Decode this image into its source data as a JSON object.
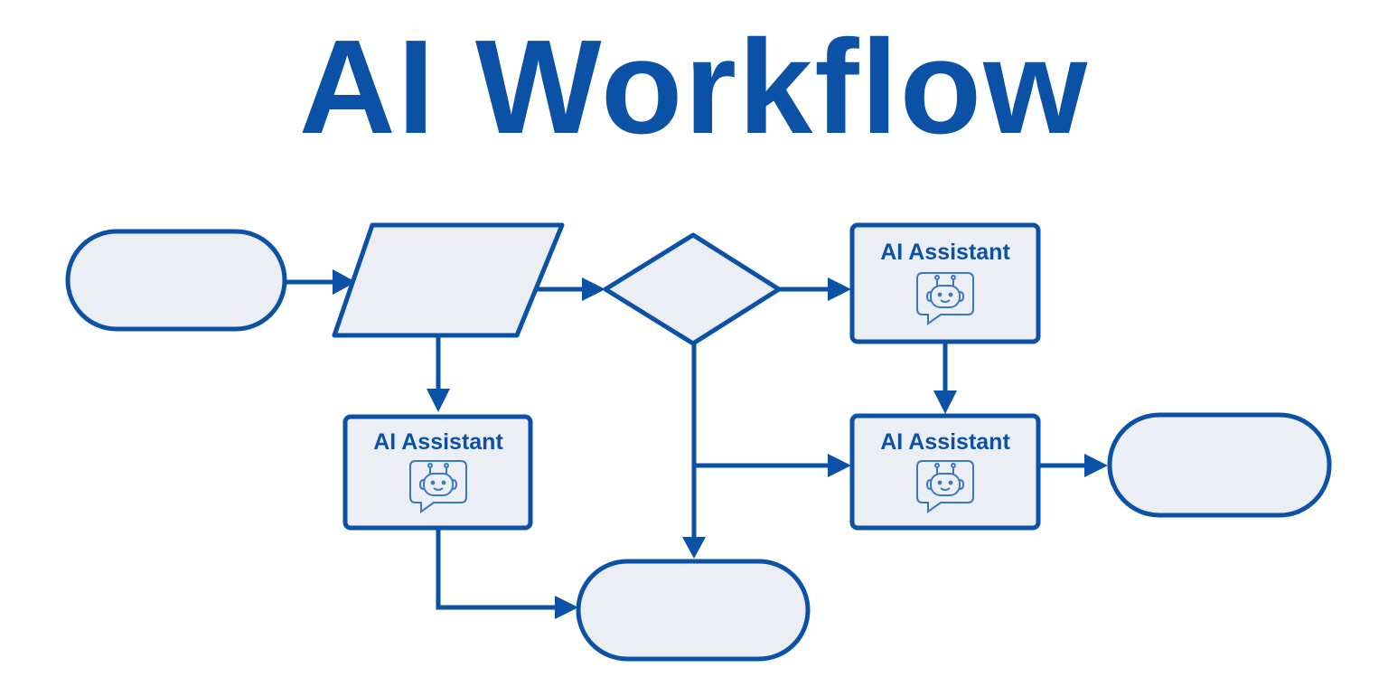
{
  "title": "AI Workflow",
  "colors": {
    "primary": "#0b52a7",
    "node_fill": "#ebeff5",
    "icon": "#3a78c2",
    "background": "#ffffff"
  },
  "nodes": [
    {
      "id": "start",
      "type": "terminator",
      "label": ""
    },
    {
      "id": "input",
      "type": "data-parallelogram",
      "label": ""
    },
    {
      "id": "decision",
      "type": "decision-diamond",
      "label": ""
    },
    {
      "id": "ai-top-right",
      "type": "process",
      "label": "AI Assistant",
      "icon": "robot-chat-icon"
    },
    {
      "id": "ai-left",
      "type": "process",
      "label": "AI Assistant",
      "icon": "robot-chat-icon"
    },
    {
      "id": "ai-bottom-right",
      "type": "process",
      "label": "AI Assistant",
      "icon": "robot-chat-icon"
    },
    {
      "id": "end-right",
      "type": "terminator",
      "label": ""
    },
    {
      "id": "end-bottom",
      "type": "terminator",
      "label": ""
    }
  ],
  "edges": [
    {
      "from": "start",
      "to": "input"
    },
    {
      "from": "input",
      "to": "decision"
    },
    {
      "from": "input",
      "to": "ai-left"
    },
    {
      "from": "decision",
      "to": "ai-top-right"
    },
    {
      "from": "decision",
      "to": "ai-bottom-right"
    },
    {
      "from": "decision",
      "to": "end-bottom"
    },
    {
      "from": "ai-top-right",
      "to": "ai-bottom-right"
    },
    {
      "from": "ai-bottom-right",
      "to": "end-right"
    },
    {
      "from": "ai-left",
      "to": "end-bottom"
    }
  ]
}
